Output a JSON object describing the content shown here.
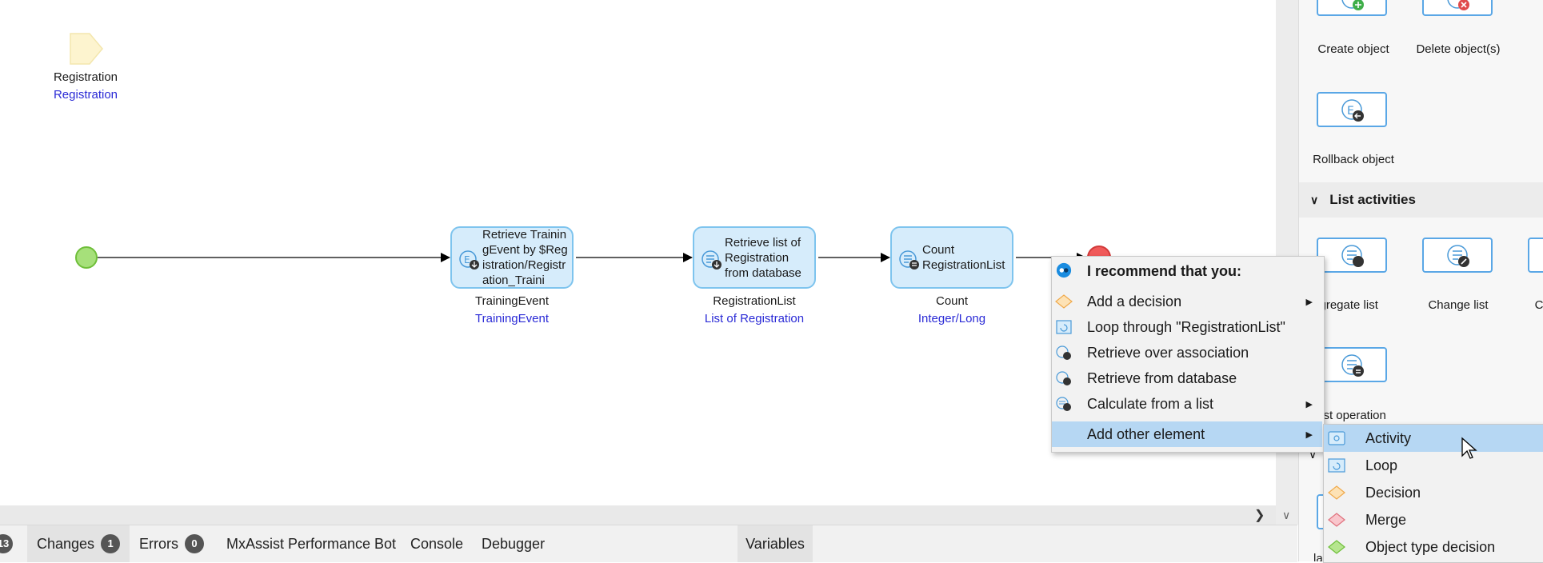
{
  "canvas": {
    "parameter": {
      "name": "Registration",
      "type": "Registration"
    },
    "activities": [
      {
        "text": "Retrieve TrainingEvent by $Registration/Registration_Traini",
        "var_name": "TrainingEvent",
        "var_type": "TrainingEvent"
      },
      {
        "text": "Retrieve list of Registration from database",
        "var_name": "RegistrationList",
        "var_type": "List of Registration"
      },
      {
        "text": "Count RegistrationList",
        "var_name": "Count",
        "var_type": "Integer/Long"
      }
    ]
  },
  "context_menu": {
    "header": "I recommend that you:",
    "items": [
      {
        "label": "Add a decision",
        "icon": "decision-icon",
        "submenu": true
      },
      {
        "label": "Loop through \"RegistrationList\"",
        "icon": "loop-icon",
        "submenu": false
      },
      {
        "label": "Retrieve over association",
        "icon": "retrieve-icon",
        "submenu": false
      },
      {
        "label": "Retrieve from database",
        "icon": "retrieve-icon",
        "submenu": false
      },
      {
        "label": "Calculate from a list",
        "icon": "calculate-list-icon",
        "submenu": true
      },
      {
        "label": "Add other element",
        "icon": "",
        "submenu": true,
        "selected": true
      }
    ]
  },
  "submenu": {
    "items": [
      {
        "label": "Activity",
        "icon": "activity-icon",
        "selected": true
      },
      {
        "label": "Loop",
        "icon": "loop-icon"
      },
      {
        "label": "Decision",
        "icon": "decision-icon"
      },
      {
        "label": "Merge",
        "icon": "merge-icon"
      },
      {
        "label": "Object type decision",
        "icon": "object-type-decision-icon"
      }
    ]
  },
  "toolbox": {
    "object_items": [
      {
        "label": "Create object"
      },
      {
        "label": "Delete object(s)"
      },
      {
        "label": "Rollback object"
      }
    ],
    "list_section": {
      "title": "List activities"
    },
    "list_items": [
      {
        "label": "ggregate list"
      },
      {
        "label": "Change list"
      },
      {
        "label": "C"
      },
      {
        "label": "ist operation"
      }
    ],
    "partial_label": "la"
  },
  "bottom_tabs": {
    "first_badge": "13",
    "changes_label": "Changes",
    "changes_count": "1",
    "errors_label": "Errors",
    "errors_count": "0",
    "mxassist": "MxAssist Performance Bot",
    "console": "Console",
    "debugger": "Debugger",
    "variables": "Variables"
  },
  "colors": {
    "activity_fill": "#d6ecfb",
    "activity_border": "#7ec4ee",
    "start_event": "#a6e07a",
    "end_event": "#f05a5a",
    "selection": "#b6d7f3",
    "type_text": "#2a2ad6"
  }
}
